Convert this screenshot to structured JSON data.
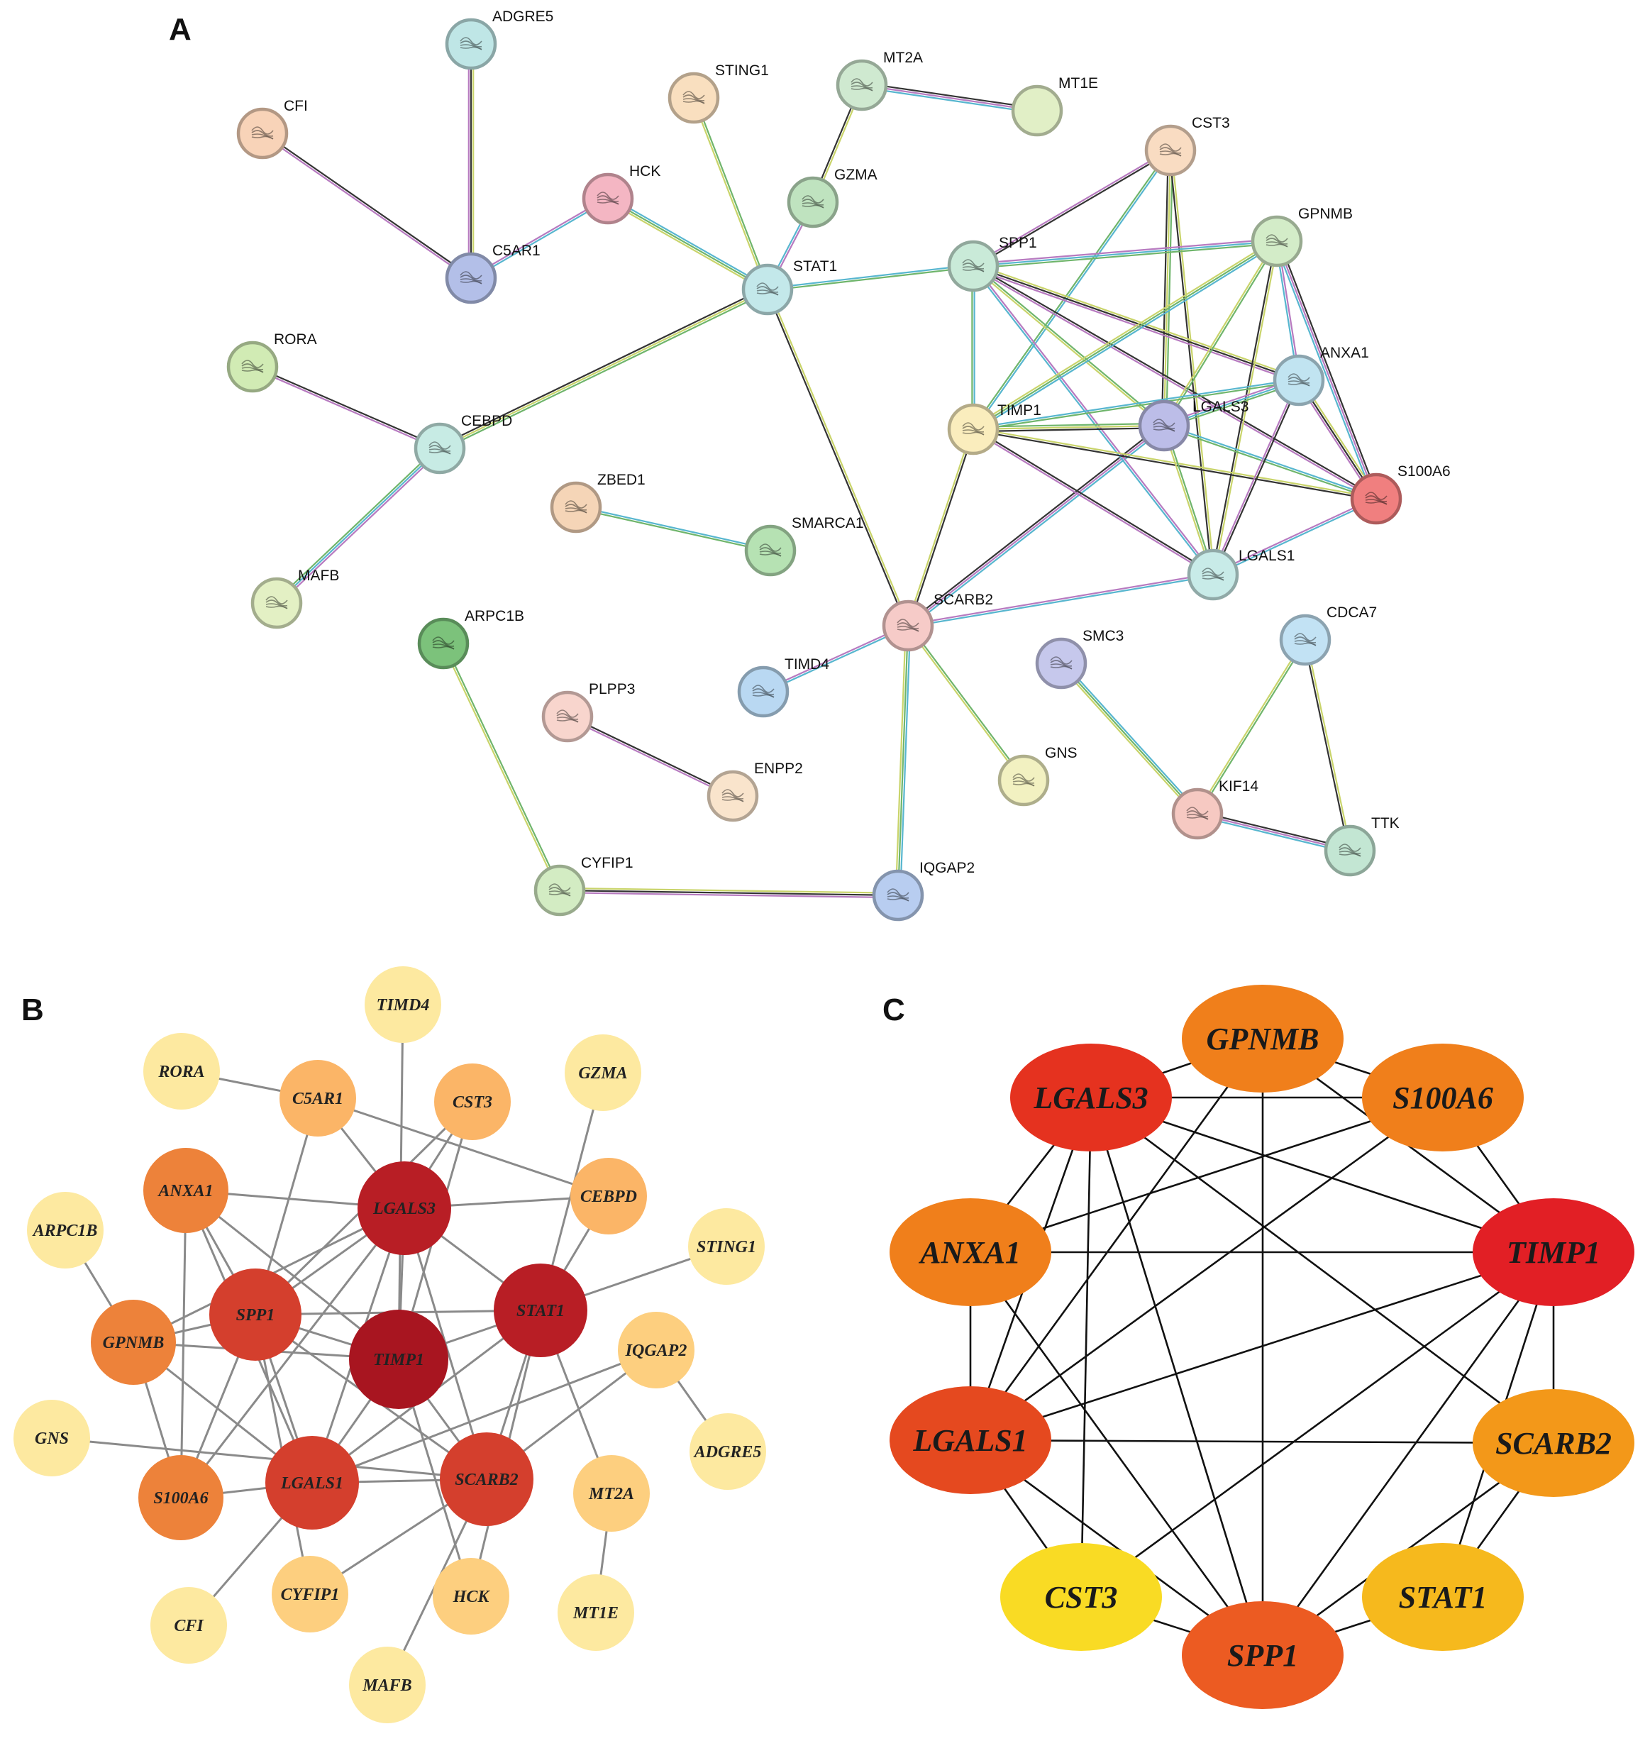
{
  "panels": {
    "a": {
      "letter": "A",
      "nodes": [
        {
          "id": "ADGRE5",
          "color": "#bfe6e6"
        },
        {
          "id": "CFI",
          "color": "#f8d3b8"
        },
        {
          "id": "STING1",
          "color": "#f9dfbf"
        },
        {
          "id": "MT2A",
          "color": "#cfe9d0"
        },
        {
          "id": "MT1E",
          "color": "#e1efc6"
        },
        {
          "id": "CST3",
          "color": "#f9dcc2"
        },
        {
          "id": "HCK",
          "color": "#f4b6c3"
        },
        {
          "id": "GZMA",
          "color": "#bfe3bf"
        },
        {
          "id": "C5AR1",
          "color": "#b3bfe8"
        },
        {
          "id": "STAT1",
          "color": "#c3e8ea"
        },
        {
          "id": "SPP1",
          "color": "#c9ead8"
        },
        {
          "id": "GPNMB",
          "color": "#d3ecc8"
        },
        {
          "id": "RORA",
          "color": "#d1ebb4"
        },
        {
          "id": "CEBPD",
          "color": "#c7ebe4"
        },
        {
          "id": "ANXA1",
          "color": "#c1e4f1"
        },
        {
          "id": "TIMP1",
          "color": "#faedbd"
        },
        {
          "id": "LGALS3",
          "color": "#bcbde8"
        },
        {
          "id": "S100A6",
          "color": "#f07f7f"
        },
        {
          "id": "ZBED1",
          "color": "#f5d5b7"
        },
        {
          "id": "SMARCA1",
          "color": "#b6e2b3"
        },
        {
          "id": "LGALS1",
          "color": "#c8ebe8"
        },
        {
          "id": "MAFB",
          "color": "#e3f0c4"
        },
        {
          "id": "ARPC1B",
          "color": "#7cc27b"
        },
        {
          "id": "SCARB2",
          "color": "#f6cbc8"
        },
        {
          "id": "CDCA7",
          "color": "#c2e2f4"
        },
        {
          "id": "SMC3",
          "color": "#c6c8ec"
        },
        {
          "id": "TIMD4",
          "color": "#b9d8f2"
        },
        {
          "id": "PLPP3",
          "color": "#f8d5cd"
        },
        {
          "id": "ENPP2",
          "color": "#f9e4cc"
        },
        {
          "id": "GNS",
          "color": "#f2f1c1"
        },
        {
          "id": "KIF14",
          "color": "#f6c9c2"
        },
        {
          "id": "TTK",
          "color": "#c3e6d3"
        },
        {
          "id": "CYFIP1",
          "color": "#d3ecc3"
        },
        {
          "id": "IQGAP2",
          "color": "#b8cdf0"
        }
      ],
      "edges": [
        [
          "ADGRE5",
          "C5AR1"
        ],
        [
          "CFI",
          "C5AR1"
        ],
        [
          "C5AR1",
          "HCK"
        ],
        [
          "HCK",
          "STAT1"
        ],
        [
          "STING1",
          "STAT1"
        ],
        [
          "MT2A",
          "GZMA"
        ],
        [
          "MT2A",
          "MT1E"
        ],
        [
          "GZMA",
          "STAT1"
        ],
        [
          "STAT1",
          "SPP1"
        ],
        [
          "STAT1",
          "CEBPD"
        ],
        [
          "STAT1",
          "SCARB2"
        ],
        [
          "RORA",
          "CEBPD"
        ],
        [
          "CEBPD",
          "MAFB"
        ],
        [
          "ZBED1",
          "SMARCA1"
        ],
        [
          "ARPC1B",
          "CYFIP1"
        ],
        [
          "CYFIP1",
          "IQGAP2"
        ],
        [
          "PLPP3",
          "ENPP2"
        ],
        [
          "TIMD4",
          "SCARB2"
        ],
        [
          "SCARB2",
          "IQGAP2"
        ],
        [
          "SCARB2",
          "GNS"
        ],
        [
          "SCARB2",
          "TIMP1"
        ],
        [
          "SCARB2",
          "LGALS3"
        ],
        [
          "SCARB2",
          "LGALS1"
        ],
        [
          "CST3",
          "TIMP1"
        ],
        [
          "CST3",
          "LGALS3"
        ],
        [
          "CST3",
          "LGALS1"
        ],
        [
          "CST3",
          "SPP1"
        ],
        [
          "SPP1",
          "GPNMB"
        ],
        [
          "SPP1",
          "TIMP1"
        ],
        [
          "SPP1",
          "LGALS3"
        ],
        [
          "SPP1",
          "ANXA1"
        ],
        [
          "SPP1",
          "S100A6"
        ],
        [
          "SPP1",
          "LGALS1"
        ],
        [
          "GPNMB",
          "TIMP1"
        ],
        [
          "GPNMB",
          "LGALS3"
        ],
        [
          "GPNMB",
          "LGALS1"
        ],
        [
          "GPNMB",
          "S100A6"
        ],
        [
          "GPNMB",
          "ANXA1"
        ],
        [
          "TIMP1",
          "ANXA1"
        ],
        [
          "TIMP1",
          "LGALS3"
        ],
        [
          "TIMP1",
          "S100A6"
        ],
        [
          "TIMP1",
          "LGALS1"
        ],
        [
          "LGALS3",
          "ANXA1"
        ],
        [
          "LGALS3",
          "S100A6"
        ],
        [
          "LGALS3",
          "LGALS1"
        ],
        [
          "ANXA1",
          "S100A6"
        ],
        [
          "ANXA1",
          "LGALS1"
        ],
        [
          "LGALS1",
          "S100A6"
        ],
        [
          "SMC3",
          "KIF14"
        ],
        [
          "CDCA7",
          "KIF14"
        ],
        [
          "CDCA7",
          "TTK"
        ],
        [
          "KIF14",
          "TTK"
        ]
      ]
    },
    "b": {
      "letter": "B",
      "nodes": [
        {
          "id": "TIMD4",
          "color": "#fde9a0"
        },
        {
          "id": "RORA",
          "color": "#fde9a0"
        },
        {
          "id": "C5AR1",
          "color": "#fbb567"
        },
        {
          "id": "CST3",
          "color": "#fbb567"
        },
        {
          "id": "GZMA",
          "color": "#fde9a0"
        },
        {
          "id": "ANXA1",
          "color": "#ed823a"
        },
        {
          "id": "LGALS3",
          "color": "#b81e25"
        },
        {
          "id": "CEBPD",
          "color": "#fbb567"
        },
        {
          "id": "ARPC1B",
          "color": "#fde9a0"
        },
        {
          "id": "STING1",
          "color": "#fde9a0"
        },
        {
          "id": "SPP1",
          "color": "#d43f2d"
        },
        {
          "id": "STAT1",
          "color": "#b81e25"
        },
        {
          "id": "GPNMB",
          "color": "#ed823a"
        },
        {
          "id": "TIMP1",
          "color": "#a81520"
        },
        {
          "id": "IQGAP2",
          "color": "#fdcf7f"
        },
        {
          "id": "GNS",
          "color": "#fde9a0"
        },
        {
          "id": "ADGRE5",
          "color": "#fde9a0"
        },
        {
          "id": "S100A6",
          "color": "#ed823a"
        },
        {
          "id": "LGALS1",
          "color": "#d43f2d"
        },
        {
          "id": "SCARB2",
          "color": "#d43f2d"
        },
        {
          "id": "MT2A",
          "color": "#fdcf7f"
        },
        {
          "id": "CYFIP1",
          "color": "#fdcf7f"
        },
        {
          "id": "HCK",
          "color": "#fdcf7f"
        },
        {
          "id": "CFI",
          "color": "#fde9a0"
        },
        {
          "id": "MT1E",
          "color": "#fde9a0"
        },
        {
          "id": "MAFB",
          "color": "#fde9a0"
        }
      ],
      "edges": [
        [
          "RORA",
          "C5AR1"
        ],
        [
          "C5AR1",
          "LGALS3"
        ],
        [
          "C5AR1",
          "CEBPD"
        ],
        [
          "C5AR1",
          "SPP1"
        ],
        [
          "TIMD4",
          "TIMP1"
        ],
        [
          "CST3",
          "LGALS3"
        ],
        [
          "CST3",
          "SPP1"
        ],
        [
          "CST3",
          "TIMP1"
        ],
        [
          "GZMA",
          "STAT1"
        ],
        [
          "ANXA1",
          "LGALS3"
        ],
        [
          "ANXA1",
          "TIMP1"
        ],
        [
          "ANXA1",
          "SPP1"
        ],
        [
          "ANXA1",
          "S100A6"
        ],
        [
          "ANXA1",
          "LGALS1"
        ],
        [
          "LGALS3",
          "STAT1"
        ],
        [
          "LGALS3",
          "SPP1"
        ],
        [
          "LGALS3",
          "TIMP1"
        ],
        [
          "LGALS3",
          "GPNMB"
        ],
        [
          "LGALS3",
          "S100A6"
        ],
        [
          "LGALS3",
          "LGALS1"
        ],
        [
          "LGALS3",
          "SCARB2"
        ],
        [
          "CEBPD",
          "STAT1"
        ],
        [
          "CEBPD",
          "LGALS3"
        ],
        [
          "ARPC1B",
          "GPNMB"
        ],
        [
          "STING1",
          "STAT1"
        ],
        [
          "SPP1",
          "GPNMB"
        ],
        [
          "SPP1",
          "TIMP1"
        ],
        [
          "SPP1",
          "STAT1"
        ],
        [
          "SPP1",
          "S100A6"
        ],
        [
          "SPP1",
          "LGALS1"
        ],
        [
          "SPP1",
          "SCARB2"
        ],
        [
          "SPP1",
          "CYFIP1"
        ],
        [
          "STAT1",
          "TIMP1"
        ],
        [
          "STAT1",
          "SCARB2"
        ],
        [
          "STAT1",
          "LGALS1"
        ],
        [
          "STAT1",
          "MT2A"
        ],
        [
          "STAT1",
          "HCK"
        ],
        [
          "GPNMB",
          "TIMP1"
        ],
        [
          "GPNMB",
          "S100A6"
        ],
        [
          "GPNMB",
          "LGALS1"
        ],
        [
          "TIMP1",
          "LGALS1"
        ],
        [
          "TIMP1",
          "SCARB2"
        ],
        [
          "TIMP1",
          "HCK"
        ],
        [
          "IQGAP2",
          "SCARB2"
        ],
        [
          "IQGAP2",
          "ADGRE5"
        ],
        [
          "IQGAP2",
          "LGALS1"
        ],
        [
          "GNS",
          "SCARB2"
        ],
        [
          "S100A6",
          "LGALS1"
        ],
        [
          "LGALS1",
          "SCARB2"
        ],
        [
          "LGALS1",
          "CFI"
        ],
        [
          "SCARB2",
          "CYFIP1"
        ],
        [
          "SCARB2",
          "MAFB"
        ],
        [
          "MT2A",
          "MT1E"
        ]
      ]
    },
    "c": {
      "letter": "C",
      "nodes": [
        {
          "id": "GPNMB",
          "color": "#f07f1b"
        },
        {
          "id": "LGALS3",
          "color": "#e5321f"
        },
        {
          "id": "S100A6",
          "color": "#f07f1b"
        },
        {
          "id": "ANXA1",
          "color": "#f07f1b"
        },
        {
          "id": "TIMP1",
          "color": "#e21f25"
        },
        {
          "id": "LGALS1",
          "color": "#e5491f"
        },
        {
          "id": "SCARB2",
          "color": "#f39819"
        },
        {
          "id": "CST3",
          "color": "#f9db24"
        },
        {
          "id": "STAT1",
          "color": "#f6b91d"
        },
        {
          "id": "SPP1",
          "color": "#ec5b22"
        }
      ],
      "edges": [
        [
          "GPNMB",
          "LGALS3"
        ],
        [
          "GPNMB",
          "S100A6"
        ],
        [
          "GPNMB",
          "TIMP1"
        ],
        [
          "GPNMB",
          "LGALS1"
        ],
        [
          "GPNMB",
          "SPP1"
        ],
        [
          "LGALS3",
          "S100A6"
        ],
        [
          "LGALS3",
          "TIMP1"
        ],
        [
          "LGALS3",
          "ANXA1"
        ],
        [
          "LGALS3",
          "LGALS1"
        ],
        [
          "LGALS3",
          "CST3"
        ],
        [
          "LGALS3",
          "SPP1"
        ],
        [
          "LGALS3",
          "SCARB2"
        ],
        [
          "S100A6",
          "ANXA1"
        ],
        [
          "S100A6",
          "TIMP1"
        ],
        [
          "S100A6",
          "LGALS1"
        ],
        [
          "ANXA1",
          "TIMP1"
        ],
        [
          "ANXA1",
          "LGALS1"
        ],
        [
          "ANXA1",
          "SPP1"
        ],
        [
          "TIMP1",
          "SCARB2"
        ],
        [
          "TIMP1",
          "STAT1"
        ],
        [
          "TIMP1",
          "SPP1"
        ],
        [
          "TIMP1",
          "LGALS1"
        ],
        [
          "TIMP1",
          "CST3"
        ],
        [
          "LGALS1",
          "SCARB2"
        ],
        [
          "LGALS1",
          "SPP1"
        ],
        [
          "LGALS1",
          "CST3"
        ],
        [
          "SCARB2",
          "STAT1"
        ],
        [
          "SCARB2",
          "SPP1"
        ],
        [
          "CST3",
          "SPP1"
        ],
        [
          "STAT1",
          "SPP1"
        ]
      ]
    }
  }
}
